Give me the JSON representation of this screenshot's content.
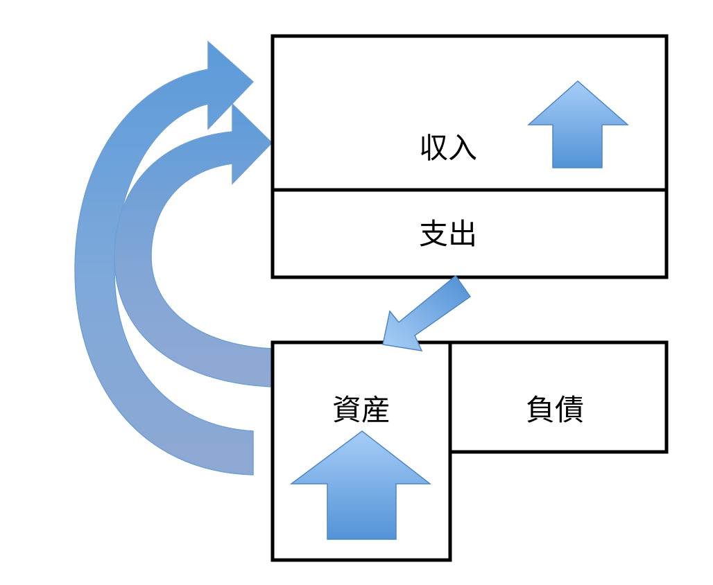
{
  "boxes": {
    "income": "収入",
    "expense": "支出",
    "assets": "資産",
    "liabilities": "負債"
  },
  "colors": {
    "arrow_light": "#9ec4f3",
    "arrow_dark": "#5795d6",
    "arrow_stroke": "#4f86c6",
    "arrow_fade": "#7f9fcf",
    "box_border": "#000000"
  }
}
